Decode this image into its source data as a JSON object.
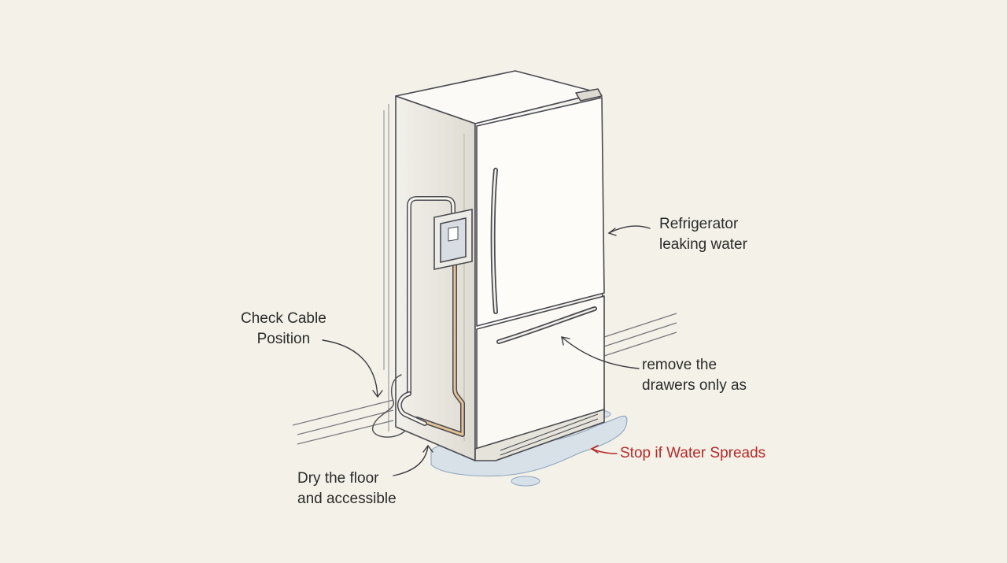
{
  "diagram": {
    "annotations": [
      {
        "id": "refrigerator",
        "lines": [
          "Refrigerator",
          "leaking water"
        ]
      },
      {
        "id": "cable",
        "lines": [
          "Check Cable",
          "Position"
        ]
      },
      {
        "id": "drawers",
        "lines": [
          "remove the",
          "drawers only as"
        ]
      },
      {
        "id": "stop",
        "lines": [
          "Stop if Water Spreads"
        ]
      },
      {
        "id": "floor",
        "lines": [
          "Dry the floor",
          "and accessible"
        ]
      }
    ],
    "colors": {
      "paper": "#f4f1e8",
      "ink": "#4a4a52",
      "warning": "#b52a2a",
      "water": "#bfd3e6",
      "pipe_accent": "#e2b57e"
    }
  }
}
